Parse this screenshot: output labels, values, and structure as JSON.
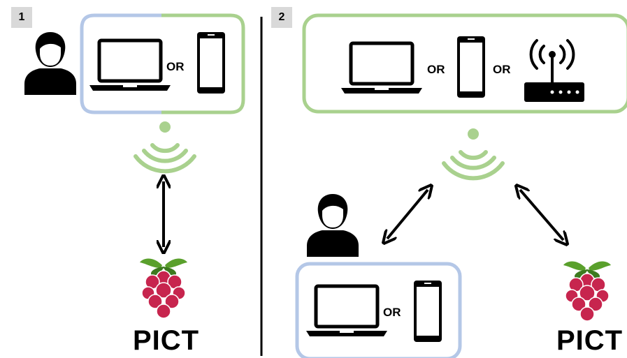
{
  "panels": [
    {
      "number": "1",
      "or_labels": [
        "OR"
      ],
      "device_label": "PICT"
    },
    {
      "number": "2",
      "or_labels": [
        "OR",
        "OR"
      ],
      "bottom_or_label": "OR",
      "device_label": "PICT"
    }
  ],
  "colors": {
    "blue_frame": "#b4c7e7",
    "green_frame": "#a9d18e",
    "wifi": "#a9d18e",
    "raspberry": "#c7254e",
    "leaf": "#5aa02c"
  },
  "icons": [
    "person-icon",
    "laptop-icon",
    "phone-icon",
    "router-icon",
    "wifi-icon",
    "raspberry-pi-icon",
    "double-arrow-icon"
  ]
}
